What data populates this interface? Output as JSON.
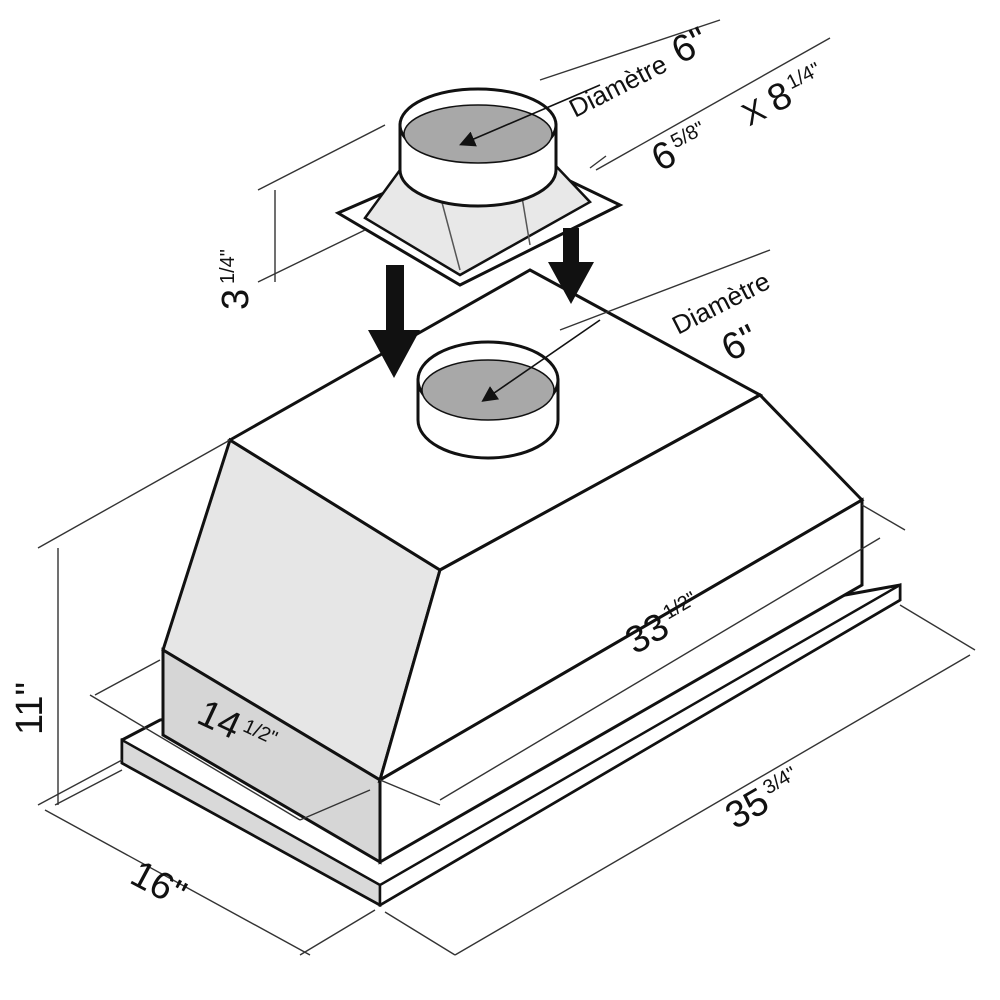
{
  "labels": {
    "top_diameter_word": "Diamètre",
    "top_diameter_value": "6\"",
    "adapter_w": "6",
    "adapter_w_frac": "5/8\"",
    "adapter_x": "X",
    "adapter_l": "8",
    "adapter_l_frac": "1/4\"",
    "adapter_height": "3",
    "adapter_height_frac": "1/4\"",
    "collar_diameter_word": "Diamètre",
    "collar_diameter_value": "6\"",
    "height_11": "11\"",
    "depth_16": "16\"",
    "width_3512": "35",
    "width_3512_frac": "3/4\"",
    "width_3312": "33",
    "width_3312_frac": "1/2\"",
    "depth_1412": "14",
    "depth_1412_frac": "1/2\""
  },
  "colors": {
    "line": "#111111",
    "fill_white": "#ffffff",
    "fill_light": "#eaeaea",
    "fill_mid": "#e2e2e2",
    "fill_dark": "#a9a9a9",
    "dim_line": "#333333"
  }
}
